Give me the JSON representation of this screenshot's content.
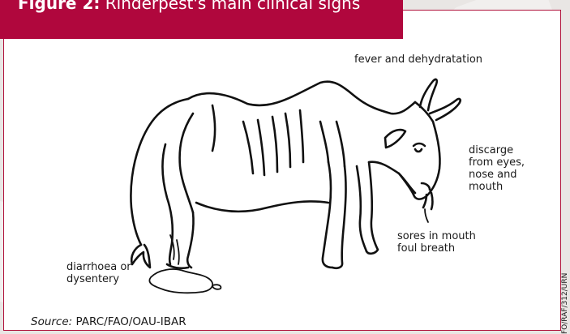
{
  "figure": {
    "title_prefix": "Figure 2:",
    "title_text": " Rinderpest's main clinical signs"
  },
  "labels": {
    "fever": "fever and dehydratation",
    "discharge_line1": "discarge",
    "discharge_line2": "from eyes,",
    "discharge_line3": "nose and",
    "discharge_line4": "mouth",
    "sores_line1": "sores in mouth",
    "sores_line2": "foul breath",
    "diarrhoea_line1": "diarrhoea or",
    "diarrhoea_line2": "dysentery"
  },
  "source": {
    "prefix": "Source:",
    "text": " PARC/FAO/OAU-IBAR"
  },
  "side_credit": "FO/RAF/312/URN",
  "colors": {
    "accent": "#b0073d",
    "frame": "#b0123b",
    "ink": "#1a1a1a"
  },
  "icons": [
    "cow-illustration-icon"
  ]
}
